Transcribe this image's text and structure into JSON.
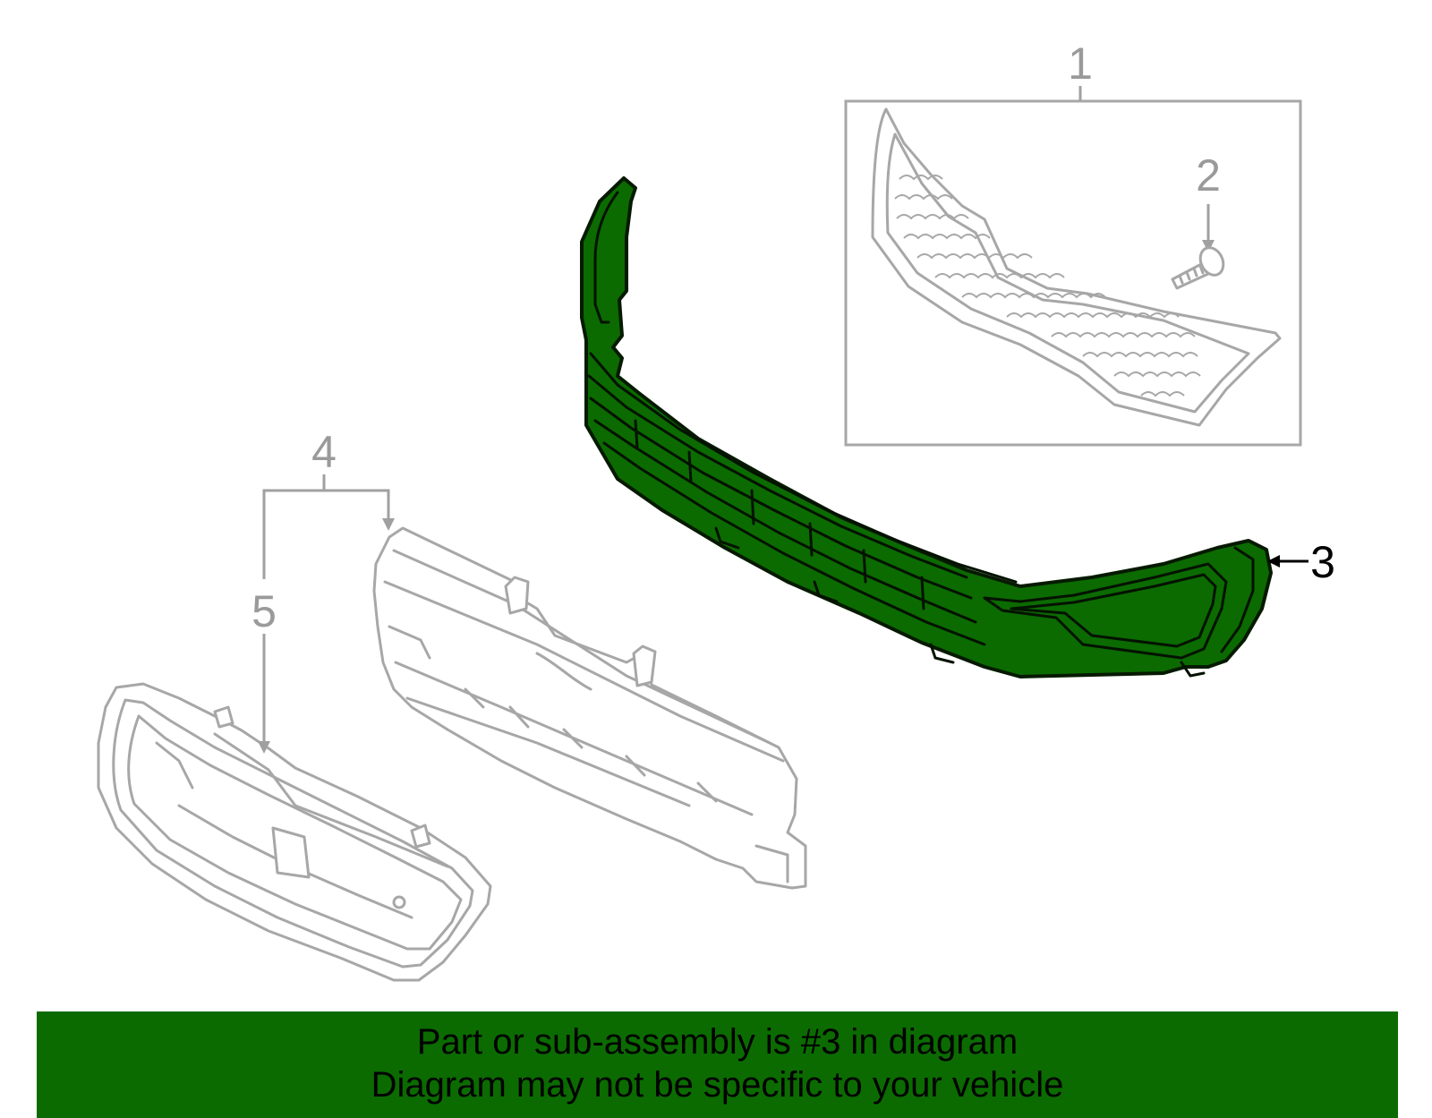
{
  "callouts": {
    "c1": "1",
    "c2": "2",
    "c3": "3",
    "c4": "4",
    "c5": "5"
  },
  "banner": {
    "line1": "Part or sub-assembly is #3 in diagram",
    "line2": "Diagram may not be specific to your vehicle"
  },
  "colors": {
    "highlight": "#0b6b00",
    "ghost_stroke": "#a7a7a7",
    "background": "#ffffff"
  }
}
